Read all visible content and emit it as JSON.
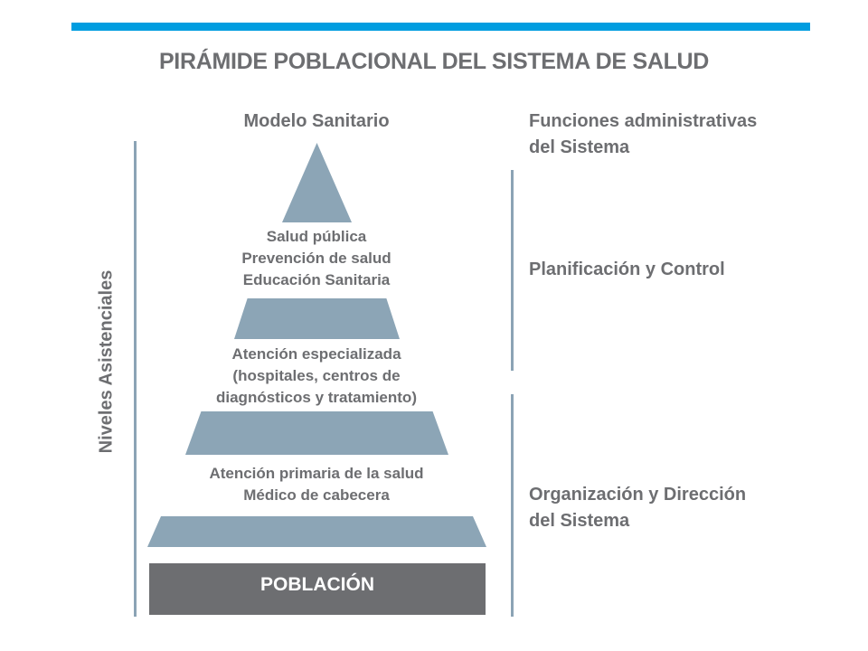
{
  "title": "PIRÁMIDE POBLACIONAL DEL SISTEMA DE SALUD",
  "headings": {
    "left": "Modelo Sanitario",
    "right_line1": "Funciones administrativas",
    "right_line2": "del Sistema"
  },
  "side_label": "Niveles Asistenciales",
  "levels": [
    {
      "lines": [
        "Salud pública",
        "Prevención de salud",
        "Educación Sanitaria"
      ]
    },
    {
      "lines": [
        "Atención especializada",
        "(hospitales, centros de",
        "diagnósticos y tratamiento)"
      ]
    },
    {
      "lines": [
        "Atención primaria de la salud",
        "Médico de cabecera"
      ]
    }
  ],
  "base_label": "POBLACIÓN",
  "functions": [
    {
      "lines": [
        "Planificación y Control"
      ]
    },
    {
      "lines": [
        "Organización y Dirección",
        "del Sistema"
      ]
    }
  ],
  "colors": {
    "accent_bar": "#009de0",
    "pyramid_fill": "#8ca5b6",
    "base_fill": "#6d6e71",
    "text": "#6d6e71"
  }
}
